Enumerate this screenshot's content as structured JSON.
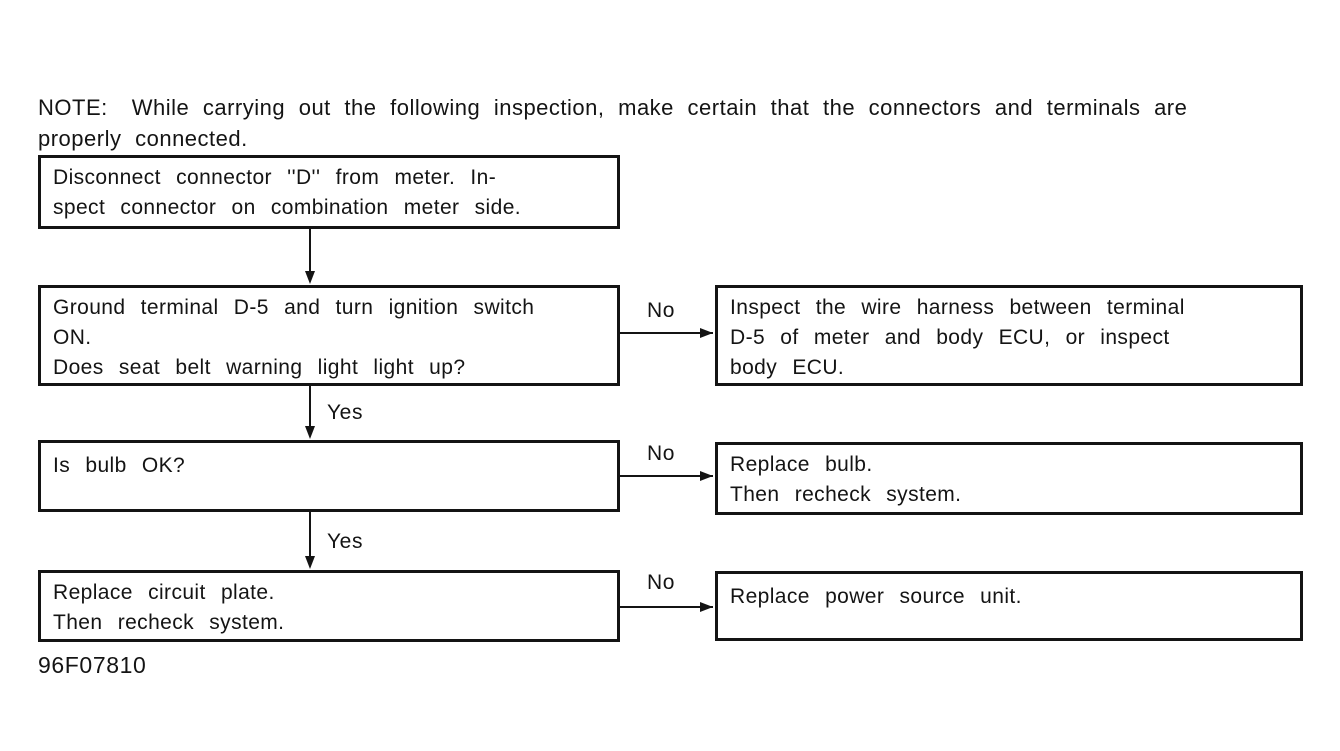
{
  "note": {
    "label": "NOTE:",
    "line1": "While carrying out the following inspection, make certain that the connectors and terminals are",
    "line2": "properly connected."
  },
  "labels": {
    "yes": "Yes",
    "no": "No"
  },
  "boxes": {
    "disconnect": {
      "line1": "Disconnect connector ''D'' from meter. In-",
      "line2": "spect connector on combination meter side."
    },
    "ground": {
      "line1": "Ground terminal D-5 and turn ignition switch",
      "line2": "ON.",
      "line3": "Does seat belt warning light light up?"
    },
    "harness": {
      "line1": "Inspect the wire harness between terminal",
      "line2": "D-5 of meter and body ECU, or inspect",
      "line3": "body ECU."
    },
    "bulb": {
      "line1": "Is bulb OK?"
    },
    "replace_bulb": {
      "line1": "Replace bulb.",
      "line2": "Then recheck system."
    },
    "circuit_plate": {
      "line1": "Replace circuit plate.",
      "line2": "Then recheck system."
    },
    "power_source": {
      "line1": "Replace power source unit."
    }
  },
  "figure_code": "96F07810",
  "colors": {
    "ink": "#141414",
    "background": "#ffffff"
  }
}
